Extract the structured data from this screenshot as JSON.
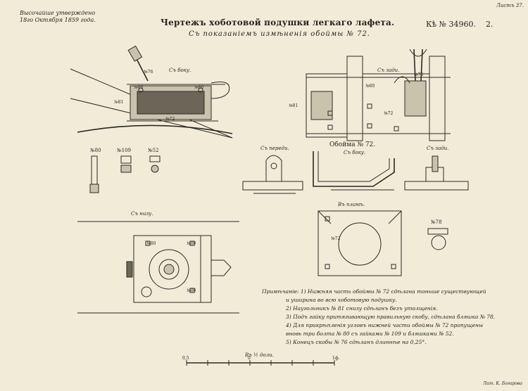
{
  "header": {
    "sheet_no": "Листъ 37.",
    "approved_line1": "Высочайше утверждено",
    "approved_line2": "18го Октября 1859 года.",
    "title": "Чертежъ хоботовой подушки легкаго лафета.",
    "subtitle": "Съ показаніемъ измѣненія обоймы № 72.",
    "code": "Кѣ № 34960.",
    "page": "2."
  },
  "views": {
    "side": "Съ боку.",
    "back": "Съ зади.",
    "front": "Съ переди.",
    "clip": "Обойма № 72.",
    "clip_side": "Съ боку.",
    "rear": "Съ зади.",
    "plan": "Въ планѣ.",
    "bottom": "Съ низу."
  },
  "parts": {
    "n76": "№76",
    "n80": "№80",
    "n81": "№81",
    "n72": "№72",
    "n109": "№109",
    "n52": "№52",
    "n78": "№78"
  },
  "notes": {
    "l1": "Примѣчаніе: 1) Нижняя часть обоймы № 72 сдѣлана тоньше существующей",
    "l2": "и уширина во всю хоботовую подушку.",
    "l3": "2) Наугольникъ № 81 снизу сдѣланъ безъ утолщенія.",
    "l4": "3) Подъ гайку притягивающую правильную скобу, сдѣлана бляшка № 78.",
    "l5": "4) Для прикрѣпленія угловъ нижней части обоймы № 72 пропущены",
    "l6": "вновь три болта № 80 съ гайками № 109 и бляшками № 52.",
    "l7": "5) Конецъ скобы № 76 сдѣланъ длиннѣе на 0,25°."
  },
  "scale": {
    "label": "Въ ½ доли.",
    "left": "0,5",
    "mid": "0",
    "right": "1ф."
  },
  "footer": {
    "printer": "Лит. К. Богарова"
  }
}
